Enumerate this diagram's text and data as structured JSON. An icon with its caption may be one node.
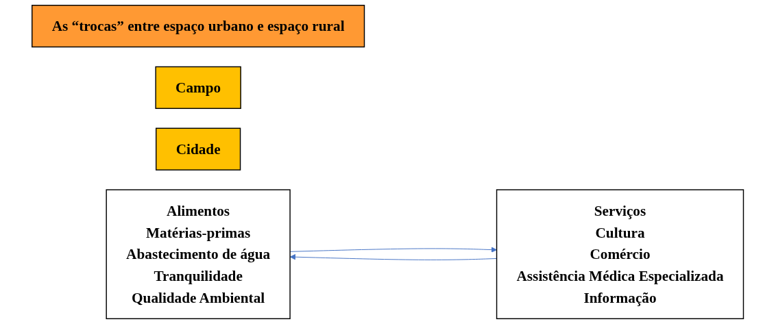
{
  "diagram": {
    "nodes": [
      {
        "text": [
          "As “trocas” entre espaço urbano e espaço rural"
        ]
      },
      {
        "text": [
          "Campo"
        ]
      },
      {
        "text": [
          "Cidade"
        ]
      },
      {
        "text": [
          "Alimentos",
          "Matérias-primas",
          "Abastecimento de água",
          "Tranquilidade",
          "Qualidade Ambiental"
        ]
      },
      {
        "text": [
          "Serviços",
          "Cultura",
          "Comércio",
          "Assistência Médica Especializada",
          "Informação"
        ]
      }
    ],
    "edges": [
      {
        "from": 3,
        "to": 4,
        "arrow": "to",
        "color": "#4472c4"
      },
      {
        "from": 4,
        "to": 3,
        "arrow": "to",
        "color": "#4472c4"
      }
    ]
  }
}
